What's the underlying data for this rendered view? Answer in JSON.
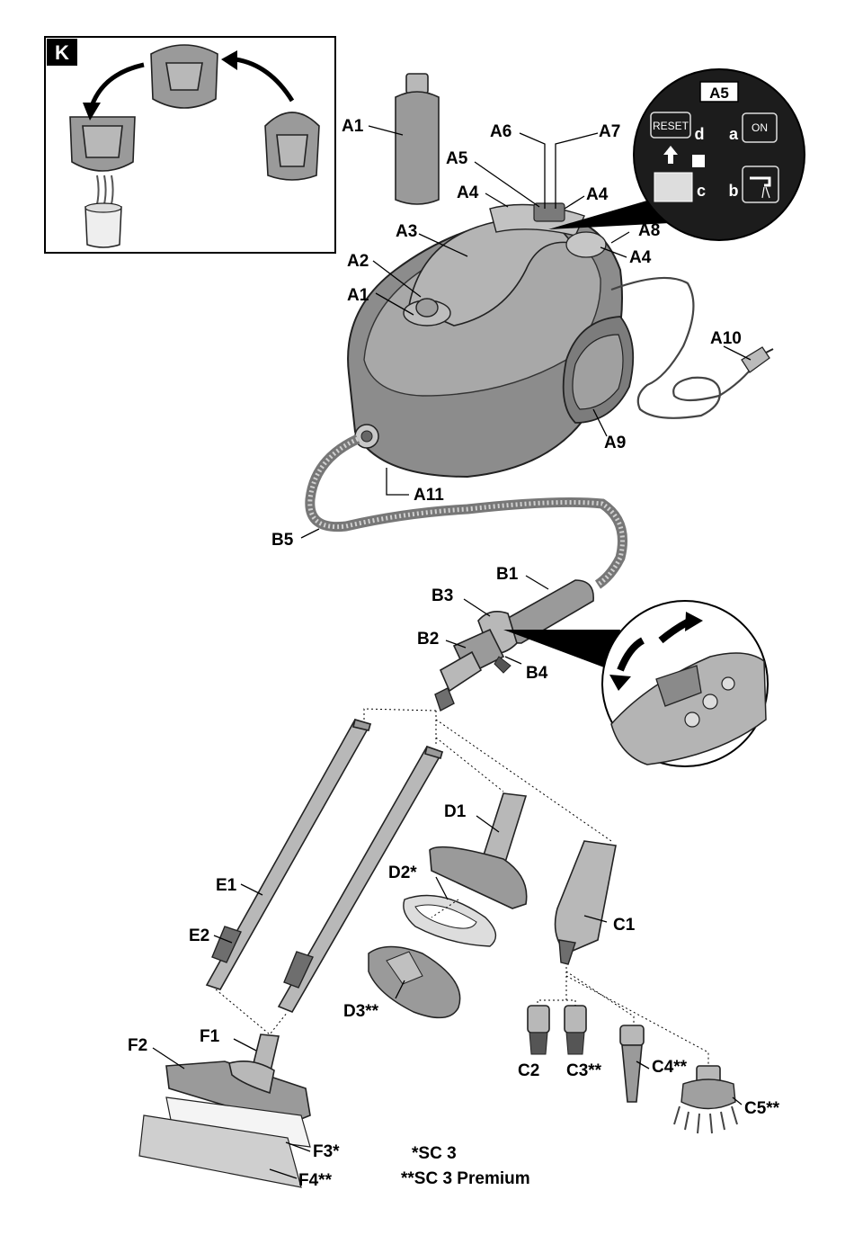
{
  "inset_k": {
    "label": "K"
  },
  "inset_a5": {
    "title": "A5",
    "letters": {
      "a": "a",
      "b": "b",
      "c": "c",
      "d": "d"
    },
    "reset_text": "RESET",
    "on_text": "ON"
  },
  "labels": {
    "A1_top": "A1",
    "A1": "A1",
    "A2": "A2",
    "A3": "A3",
    "A4_left": "A4",
    "A4_right_top": "A4",
    "A4_right": "A4",
    "A5": "A5",
    "A6": "A6",
    "A7": "A7",
    "A8": "A8",
    "A9": "A9",
    "A10": "A10",
    "A11": "A11",
    "B1": "B1",
    "B2": "B2",
    "B3": "B3",
    "B4": "B4",
    "B5": "B5",
    "C1": "C1",
    "C2": "C2",
    "C3": "C3**",
    "C4": "C4**",
    "C5": "C5**",
    "D1": "D1",
    "D2": "D2*",
    "D3": "D3**",
    "E1": "E1",
    "E2": "E2",
    "F1": "F1",
    "F2": "F2",
    "F3": "F3*",
    "F4": "F4**"
  },
  "footnotes": {
    "single": "*SC 3",
    "double": "**SC 3 Premium"
  },
  "colors": {
    "device_gray": "#9a9a9a",
    "panel_dark": "#1c1c1c",
    "ink": "#000000"
  }
}
